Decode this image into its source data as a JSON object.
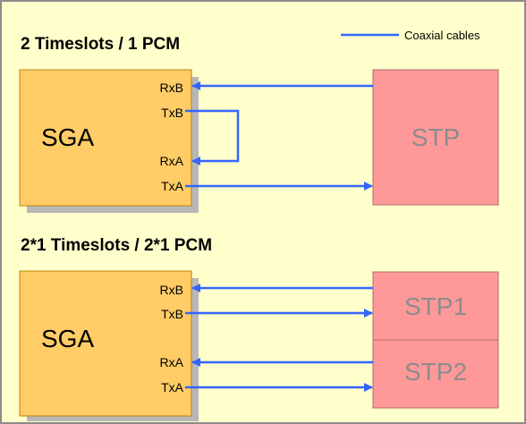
{
  "colors": {
    "background": "#ffffcc",
    "frame": "#8c8c8c",
    "sga_fill": "#ffcc66",
    "sga_border": "#b8860b",
    "shadow": "#b8b8b8",
    "stp_fill": "#ff9999",
    "stp_border": "#b36b6b",
    "cable": "#3366ff"
  },
  "legend": {
    "label": "Coaxial cables"
  },
  "section_top": {
    "title": "2 Timeslots / 1 PCM",
    "sga_label": "SGA",
    "stp_label": "STP",
    "ports": [
      "RxB",
      "TxB",
      "RxA",
      "TxA"
    ]
  },
  "section_bottom": {
    "title": "2*1 Timeslots / 2*1 PCM",
    "sga_label": "SGA",
    "stp1_label": "STP1",
    "stp2_label": "STP2",
    "ports": [
      "RxB",
      "TxB",
      "RxA",
      "TxA"
    ]
  }
}
